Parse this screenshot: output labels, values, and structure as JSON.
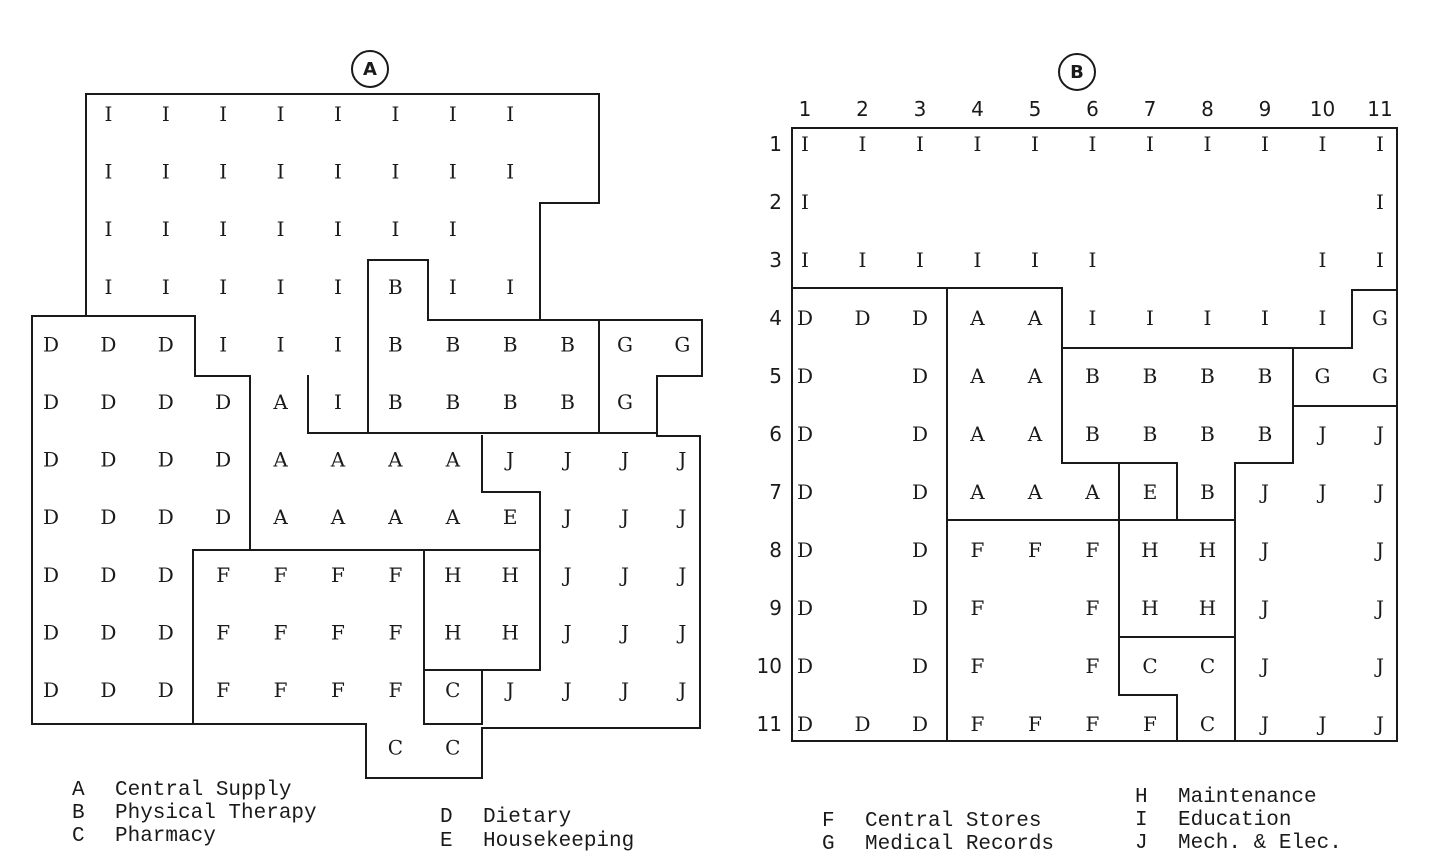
{
  "diagram_a": {
    "label": "A",
    "rows": [
      [
        "",
        "I",
        "I",
        "I",
        "I",
        "I",
        "I",
        "I",
        "I",
        "",
        "",
        ""
      ],
      [
        "",
        "I",
        "I",
        "I",
        "I",
        "I",
        "I",
        "I",
        "I",
        "",
        "",
        ""
      ],
      [
        "",
        "I",
        "I",
        "I",
        "I",
        "I",
        "I",
        "I",
        "",
        "",
        "",
        ""
      ],
      [
        "",
        "I",
        "I",
        "I",
        "I",
        "I",
        "B",
        "I",
        "I",
        "",
        "",
        ""
      ],
      [
        "D",
        "D",
        "D",
        "I",
        "I",
        "I",
        "B",
        "B",
        "B",
        "B",
        "G",
        "G"
      ],
      [
        "D",
        "D",
        "D",
        "D",
        "A",
        "I",
        "B",
        "B",
        "B",
        "B",
        "G",
        ""
      ],
      [
        "D",
        "D",
        "D",
        "D",
        "A",
        "A",
        "A",
        "A",
        "J",
        "J",
        "J",
        "J"
      ],
      [
        "D",
        "D",
        "D",
        "D",
        "A",
        "A",
        "A",
        "A",
        "E",
        "J",
        "J",
        "J"
      ],
      [
        "D",
        "D",
        "D",
        "F",
        "F",
        "F",
        "F",
        "H",
        "H",
        "J",
        "J",
        "J"
      ],
      [
        "D",
        "D",
        "D",
        "F",
        "F",
        "F",
        "F",
        "H",
        "H",
        "J",
        "J",
        "J"
      ],
      [
        "D",
        "D",
        "D",
        "F",
        "F",
        "F",
        "F",
        "C",
        "J",
        "J",
        "J",
        "J"
      ],
      [
        "",
        "",
        "",
        "",
        "",
        "",
        "C",
        "C",
        "",
        "",
        "",
        ""
      ]
    ]
  },
  "diagram_b": {
    "label": "B",
    "col_numbers": [
      "1",
      "2",
      "3",
      "4",
      "5",
      "6",
      "7",
      "8",
      "9",
      "10",
      "11"
    ],
    "row_numbers": [
      "1",
      "2",
      "3",
      "4",
      "5",
      "6",
      "7",
      "8",
      "9",
      "10",
      "11"
    ],
    "rows": [
      [
        "I",
        "I",
        "I",
        "I",
        "I",
        "I",
        "I",
        "I",
        "I",
        "I",
        "I"
      ],
      [
        "I",
        "",
        "",
        "",
        "",
        "",
        "",
        "",
        "",
        "",
        "I"
      ],
      [
        "I",
        "I",
        "I",
        "I",
        "I",
        "I",
        "",
        "",
        "",
        "I",
        "I"
      ],
      [
        "D",
        "D",
        "D",
        "A",
        "A",
        "I",
        "I",
        "I",
        "I",
        "I",
        "G"
      ],
      [
        "D",
        "",
        "D",
        "A",
        "A",
        "B",
        "B",
        "B",
        "B",
        "G",
        "G"
      ],
      [
        "D",
        "",
        "D",
        "A",
        "A",
        "B",
        "B",
        "B",
        "B",
        "J",
        "J"
      ],
      [
        "D",
        "",
        "D",
        "A",
        "A",
        "A",
        "E",
        "B",
        "J",
        "J",
        "J"
      ],
      [
        "D",
        "",
        "D",
        "F",
        "F",
        "F",
        "H",
        "H",
        "J",
        "",
        "J"
      ],
      [
        "D",
        "",
        "D",
        "F",
        "",
        "F",
        "H",
        "H",
        "J",
        "",
        "J"
      ],
      [
        "D",
        "",
        "D",
        "F",
        "",
        "F",
        "C",
        "C",
        "J",
        "",
        "J"
      ],
      [
        "D",
        "D",
        "D",
        "F",
        "F",
        "F",
        "F",
        "C",
        "J",
        "J",
        "J"
      ]
    ]
  },
  "legend": [
    {
      "code": "A",
      "name": "Central Supply"
    },
    {
      "code": "B",
      "name": "Physical Therapy"
    },
    {
      "code": "C",
      "name": "Pharmacy"
    },
    {
      "code": "D",
      "name": "Dietary"
    },
    {
      "code": "E",
      "name": "Housekeeping"
    },
    {
      "code": "F",
      "name": "Central Stores"
    },
    {
      "code": "G",
      "name": "Medical Records"
    },
    {
      "code": "H",
      "name": "Maintenance"
    },
    {
      "code": "I",
      "name": "Education"
    },
    {
      "code": "J",
      "name": "Mech. & Elec."
    }
  ]
}
